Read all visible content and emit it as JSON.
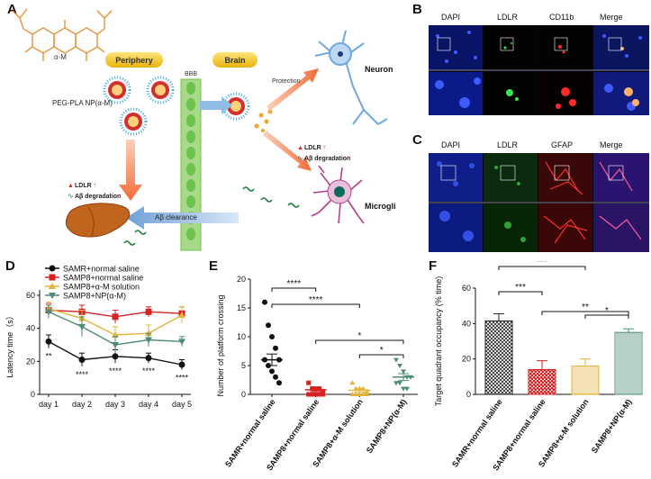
{
  "panels": {
    "A": "A",
    "B": "B",
    "C": "C",
    "D": "D",
    "E": "E",
    "F": "F"
  },
  "schematic": {
    "drug": "α-M",
    "periphery": "Periphery",
    "brain": "Brain",
    "bbb": "BBB",
    "nanoparticle": "PEG-PLA NP(α-M)",
    "protection": "Protection",
    "neuron": "Neuron",
    "microglia": "Microglia",
    "ldlr": "LDLR",
    "abeta_degradation": "Aβ degradation",
    "abeta_clearance": "Aβ clearance",
    "up_arrow": "↑",
    "colors": {
      "pill": "#f0c419",
      "arrow_orange": "#f26b3a",
      "arrow_blue": "#7aa6d6",
      "bbb_green": "#6cc24a",
      "np_red": "#d32f2f"
    }
  },
  "micrographs": {
    "B": [
      "DAPI",
      "LDLR",
      "CD11b",
      "Merge"
    ],
    "C": [
      "DAPI",
      "LDLR",
      "GFAP",
      "Merge"
    ]
  },
  "chart_data": [
    {
      "panel": "D",
      "type": "line",
      "ylabel": "Latency time（s）",
      "categories": [
        "day 1",
        "day 2",
        "day 3",
        "day 4",
        "day 5"
      ],
      "ylim": [
        0,
        60
      ],
      "yticks": [
        0,
        20,
        40,
        60
      ],
      "legend_position": "top",
      "series": [
        {
          "name": "SAMR+normal saline",
          "color": "#111111",
          "marker": "circle",
          "values": [
            32,
            21,
            23,
            22,
            18
          ],
          "err": [
            4,
            4,
            4,
            3,
            3
          ]
        },
        {
          "name": "SAMP8+normal saline",
          "color": "#d62222",
          "marker": "square",
          "values": [
            51,
            50,
            47,
            50,
            49
          ],
          "err": [
            4,
            4,
            4,
            3,
            4
          ]
        },
        {
          "name": "SAMP8+α-M solution",
          "color": "#e2b43c",
          "marker": "triangle",
          "values": [
            52,
            46,
            36,
            37,
            48
          ],
          "err": [
            4,
            5,
            5,
            5,
            5
          ]
        },
        {
          "name": "SAMP8+NP(α-M)",
          "color": "#4e8a7a",
          "marker": "triangle-down",
          "values": [
            50,
            41,
            30,
            33,
            32
          ],
          "err": [
            4,
            6,
            5,
            4,
            3
          ]
        }
      ],
      "annotations": [
        "**",
        "****",
        "****",
        "****",
        "****"
      ]
    },
    {
      "panel": "E",
      "type": "scatter",
      "ylabel": "Number of platform crossing",
      "categories": [
        "SAMR+normal saline",
        "SAMP8+normal saline",
        "SAMP8+α-M solution",
        "SAMP8+NP(α-M)"
      ],
      "ylim": [
        0,
        20
      ],
      "yticks": [
        0,
        5,
        10,
        15,
        20
      ],
      "points": [
        [
          16,
          12,
          10,
          8,
          6,
          6,
          5,
          4,
          3,
          2
        ],
        [
          2,
          1,
          1,
          1,
          0.5,
          0,
          0,
          0,
          0,
          0
        ],
        [
          2,
          1,
          1,
          1,
          0.5,
          0,
          0,
          0,
          0,
          0
        ],
        [
          6,
          5,
          4,
          3,
          3,
          2,
          2,
          1,
          1
        ]
      ],
      "mean": [
        6,
        0.8,
        0.7,
        3
      ],
      "err": [
        1,
        0.3,
        0.3,
        0.6
      ],
      "colors": [
        "#111111",
        "#d62222",
        "#e2b43c",
        "#4e8a7a"
      ],
      "significance": [
        {
          "from": 0,
          "to": 1,
          "label": "****"
        },
        {
          "from": 0,
          "to": 2,
          "label": "****"
        },
        {
          "from": 1,
          "to": 3,
          "label": "*"
        },
        {
          "from": 2,
          "to": 3,
          "label": "*"
        }
      ]
    },
    {
      "panel": "F",
      "type": "bar",
      "ylabel": "Target quadrant occupancy (% time)",
      "categories": [
        "SAMR+normal saline",
        "SAMP8+normal saline",
        "SAMP8+α-M solution",
        "SAMP8+NP(α-M)"
      ],
      "values": [
        41.5,
        14,
        16,
        35
      ],
      "err": [
        4,
        5,
        4,
        2
      ],
      "ylim": [
        0,
        60
      ],
      "yticks": [
        0,
        20,
        40,
        60
      ],
      "colors": [
        "#222222",
        "#d62222",
        "#e2b43c",
        "#4e8a7a"
      ],
      "significance": [
        {
          "from": 0,
          "to": 2,
          "label": "***"
        },
        {
          "from": 0,
          "to": 1,
          "label": "***"
        },
        {
          "from": 1,
          "to": 3,
          "label": "**"
        },
        {
          "from": 2,
          "to": 3,
          "label": "*"
        }
      ]
    }
  ]
}
